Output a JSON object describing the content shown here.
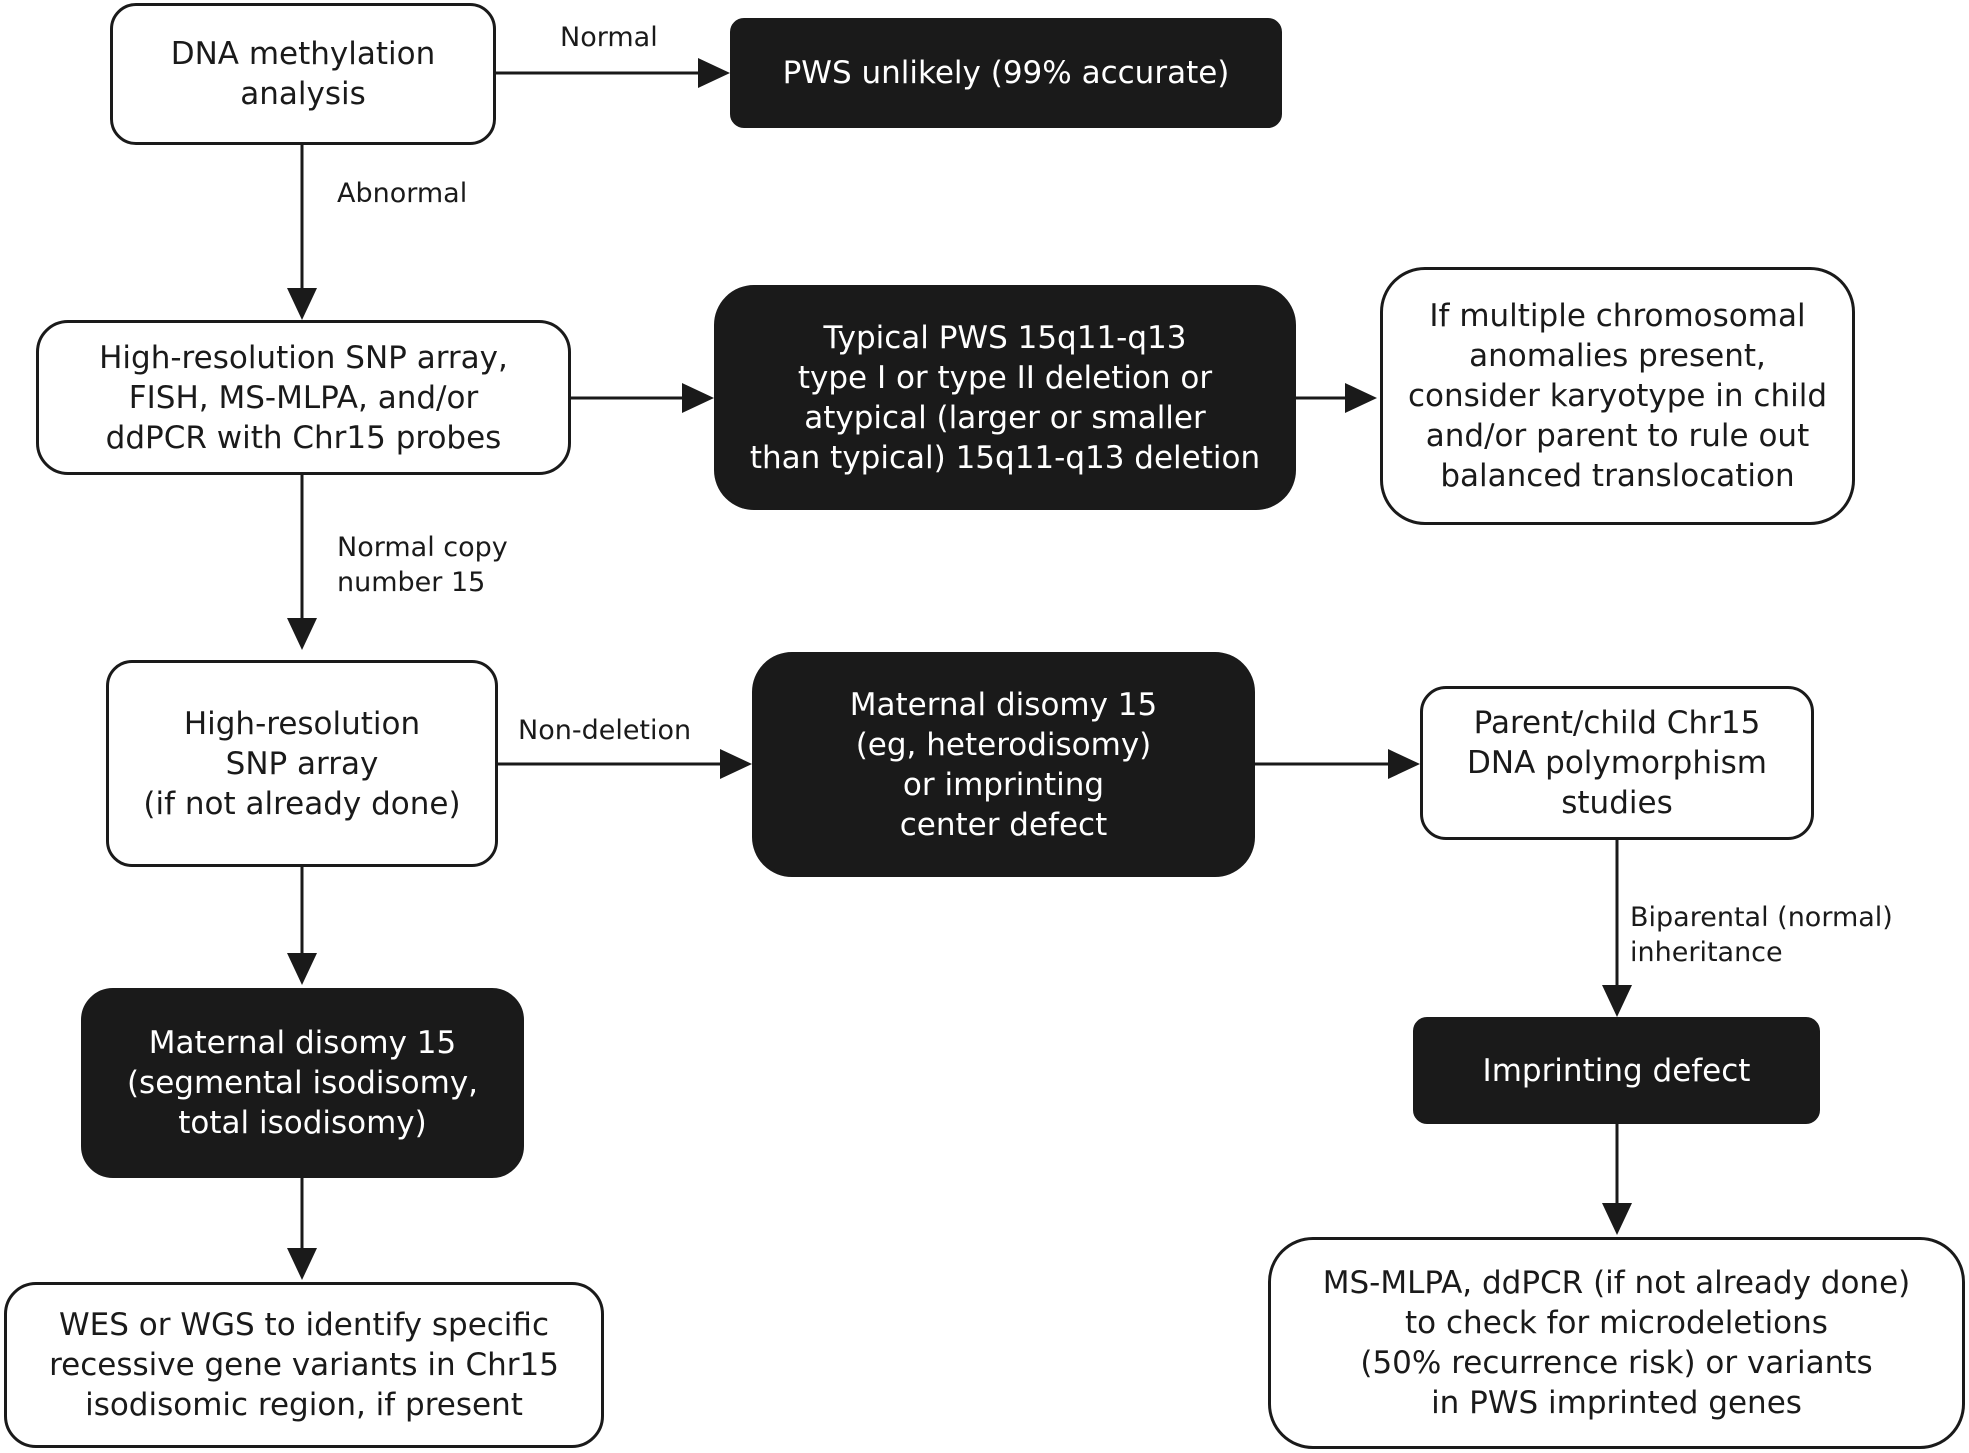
{
  "colors": {
    "line": "#1a1a1a",
    "dark_fill": "#1a1a1a",
    "light_fill": "#ffffff"
  },
  "nodes": {
    "methylation": "DNA methylation\nanalysis",
    "pws_unlikely": "PWS unlikely (99% accurate)",
    "snp_fish": "High-resolution SNP array,\nFISH, MS-MLPA, and/or\nddPCR with Chr15 probes",
    "typical_deletion": "Typical PWS 15q11-q13\ntype I or type II deletion or\natypical (larger or smaller\nthan typical) 15q11-q13 deletion",
    "karyotype": "If multiple chromosomal\nanomalies present,\nconsider karyotype in child\nand/or parent to rule out\nbalanced translocation",
    "snp_array": "High-resolution\nSNP array\n(if not already done)",
    "maternal_hetero": "Maternal disomy 15\n(eg, heterodisomy)\nor imprinting\ncenter defect",
    "polymorphism": "Parent/child Chr15\nDNA polymorphism\nstudies",
    "maternal_iso": "Maternal disomy 15\n(segmental isodisomy,\ntotal isodisomy)",
    "imprinting_defect": "Imprinting defect",
    "wes_wgs": "WES or WGS to identify specific\nrecessive gene variants in Chr15\nisodisomic region, if present",
    "ms_mlpa": "MS-MLPA, ddPCR (if not already done)\nto check for microdeletions\n(50% recurrence risk) or variants\nin PWS imprinted genes"
  },
  "edge_labels": {
    "normal": "Normal",
    "abnormal": "Abnormal",
    "normal_copy": "Normal copy\nnumber 15",
    "non_deletion": "Non-deletion",
    "biparental": "Biparental (normal)\ninheritance"
  }
}
